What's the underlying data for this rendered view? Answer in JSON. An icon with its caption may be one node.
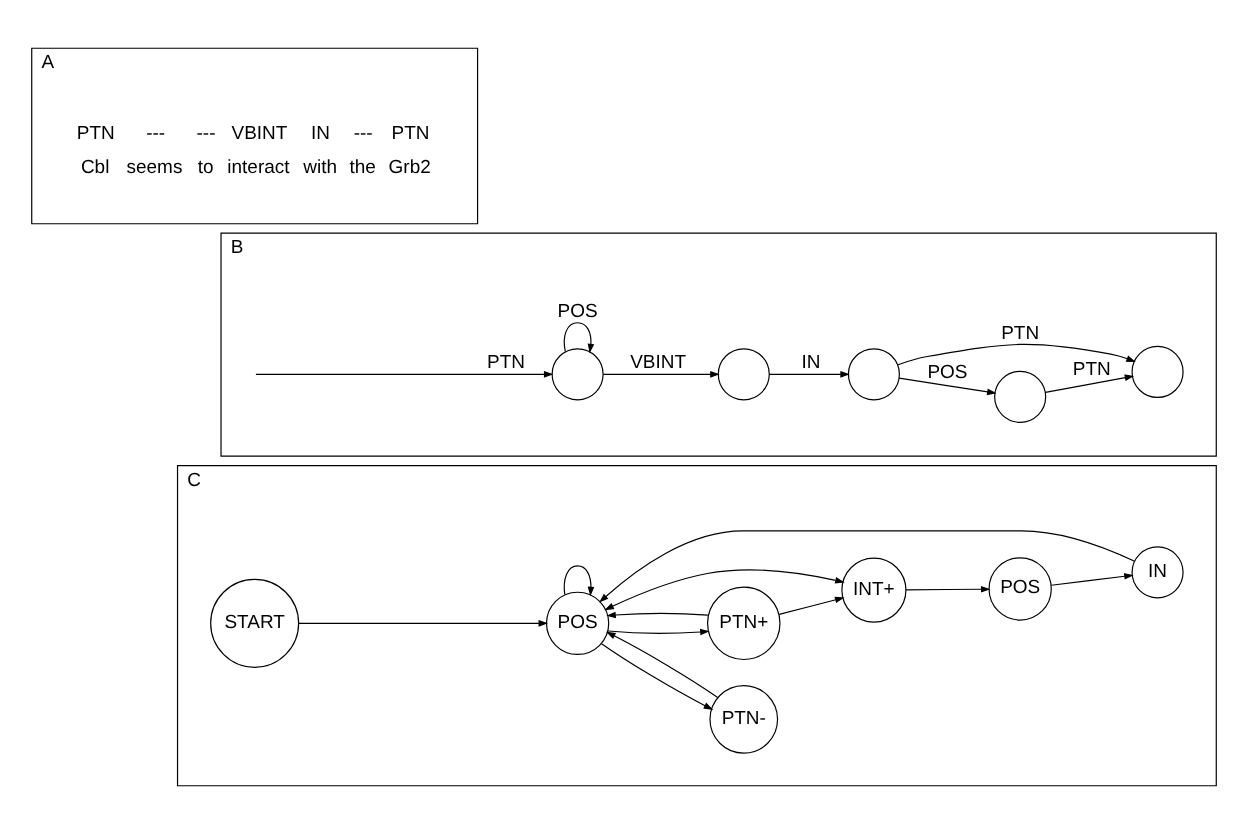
{
  "diagram": {
    "nodes": [
      {
        "text": [
          "A"
        ]
      },
      {
        "text": [
          "B"
        ]
      },
      {
        "text": [],
        "shape": "circle",
        "in": 1
      },
      {
        "text": [],
        "shape": "circle",
        "in": 1
      },
      {
        "text": [],
        "shape": "circle",
        "in": 1
      },
      {
        "text": [],
        "shape": "circle",
        "in": 1
      },
      {
        "text": [],
        "shape": "circle",
        "in": 1
      },
      {
        "text": [
          "C"
        ]
      },
      {
        "text": [
          "START"
        ],
        "in": 7
      },
      {
        "text": [
          "POS"
        ],
        "in": 7
      },
      {
        "text": [
          "IN"
        ],
        "in": 7
      },
      {
        "text": [
          "POS"
        ],
        "in": 7
      },
      {
        "text": [
          "PTN-"
        ],
        "in": 7
      },
      {
        "text": [
          "PTN+"
        ],
        "in": 7
      },
      {
        "text": [
          "INT+"
        ],
        "in": 7
      }
    ],
    "edges": [
      {
        "from": null,
        "to": 2,
        "arrow": "to",
        "label": "PTN"
      },
      {
        "from": 2,
        "to": 2,
        "arrow": "to",
        "label": "POS"
      },
      {
        "from": 2,
        "to": 3,
        "arrow": "to",
        "label": "VBINT"
      },
      {
        "from": 3,
        "to": 4,
        "arrow": "to",
        "label": "IN"
      },
      {
        "from": 4,
        "to": 5,
        "arrow": "to",
        "label": "POS"
      },
      {
        "from": 5,
        "to": 6,
        "arrow": "to",
        "label": "PTN"
      },
      {
        "from": 4,
        "to": 6,
        "arrow": "to",
        "label": "PTN"
      },
      {
        "from": 8,
        "to": 9,
        "arrow": "to"
      },
      {
        "from": 9,
        "to": 9,
        "arrow": "to"
      },
      {
        "from": 10,
        "to": 9,
        "arrow": "to"
      },
      {
        "from": 11,
        "to": 10,
        "arrow": "to"
      },
      {
        "from": 9,
        "to": 12,
        "arrow": "to"
      },
      {
        "from": 12,
        "to": 9,
        "arrow": "to"
      },
      {
        "from": 9,
        "to": 13,
        "arrow": "to"
      },
      {
        "from": 13,
        "to": 9,
        "arrow": "to"
      },
      {
        "from": 9,
        "to": 14,
        "arrow": "both"
      },
      {
        "from": 13,
        "to": 14,
        "arrow": "to"
      },
      {
        "from": 14,
        "to": 11,
        "arrow": "to"
      }
    ],
    "labels": [
      "PTN",
      "---",
      "---",
      "VBINT",
      "IN",
      "---",
      "PTN",
      "Cbl",
      "seems",
      "to",
      "interact",
      "with",
      "the",
      "Grb2"
    ]
  }
}
